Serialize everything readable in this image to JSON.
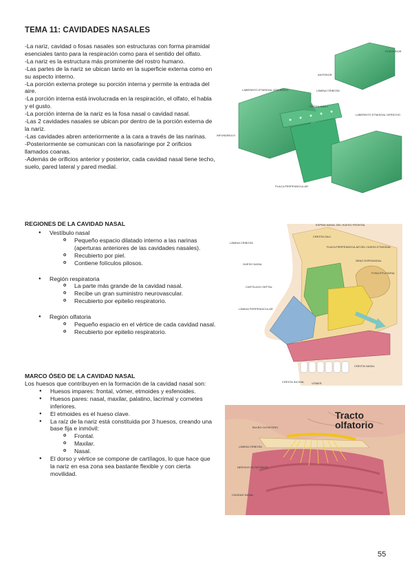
{
  "title": "TEMA 11: CAVIDADES NASALES",
  "intro": [
    "-La nariz, cavidad o fosas nasales son estructuras con forma piramidal esenciales tanto para la respiración como para el sentido del olfato.",
    "-La nariz es la estructura más prominente del rostro humano.",
    "-Las partes de la nariz se ubican tanto en la superficie externa como en su aspecto interno.",
    "-La porción externa protege su porción interna y permite la entrada del aire.",
    "-La porción interna está involucrada en la respiración, el olfato, el habla y el gusto.",
    "-La porción interna de la nariz es la fosa nasal o cavidad nasal.",
    "-Las 2 cavidades nasales se ubican por dentro de la porción externa de la nariz.",
    "-Las cavidades abren anteriormente a la cara a través de las narinas.",
    "-Posteriormente se comunican con la nasofaringe por 2 orificios llamados coanas.",
    "-Además de orificios anterior y posterior, cada cavidad nasal tiene techo, suelo, pared lateral y pared medial."
  ],
  "regions": {
    "heading": "REGIONES DE LA CAVIDAD NASAL",
    "vestibulo": "Vestíbulo nasal",
    "vestibulo_items": [
      "Pequeño espacio dilatado interno a las narinas (aperturas anteriores de las cavidades nasales).",
      "Recubierto por piel.",
      "Contiene folículos pilosos."
    ],
    "respiratoria": "Región respiratoria",
    "respiratoria_items": [
      "La parte más grande de la cavidad nasal.",
      "Recibe un gran suministro neurovascular.",
      "Recubierto por epitelio respiratorio."
    ],
    "olfatoria": "Región olfatoria",
    "olfatoria_items": [
      "Pequeño espacio en el vértice de cada cavidad nasal.",
      "Recubierto por epitelio respiratorio."
    ]
  },
  "bones": {
    "heading": "MARCO ÓSEO DE LA CAVIDAD NASAL",
    "intro": "Los huesos que contribuyen en la formación de la cavidad nasal son:",
    "impares": "Huesos impares: frontal, vómer, etmoides y esfenoides.",
    "pares": "Huesos pares: nasal, maxilar, palatino, lacrimal y cornetes inferiores.",
    "etmoides": "El etmoides es el hueso clave.",
    "raiz": "La raíz de la nariz está constituida por 3 huesos, creando una base fija e inmóvil:",
    "raiz_items": [
      "Frontal.",
      "Maxilar.",
      "Nasal."
    ],
    "dorso": "El dorso y vértice se compone de cartílagos, lo que hace que la nariz en esa zona sea bastante flexible y con cierta movilidad."
  },
  "fig1_labels": {
    "posterior": "POSTERIOR",
    "anterior": "ANTERIOR",
    "laberinto_izq": "LABERINTO ETMOIDAL IZQUIERDO",
    "lamina_cribosa": "LÁMINA CRIBOSA",
    "crista_galli": "CRISTA GALLI",
    "laberinto_der": "LABERINTO ETMOIDAL DERECHO",
    "infundibulo": "INFUNDÍBULO",
    "placa_perp": "PLACA PERPENDICULAR"
  },
  "fig2_labels": {
    "espina_nasal": "ESPINA NASAL DEL HUESO FRONTAL",
    "lamina_cribosa": "LÁMINA CRIBOSA",
    "crista_galli": "CRESTA GALI",
    "placa_perp": "PLACA PERPENDICULAR DEL HUESO ETMOIDAL",
    "hueso_nasal": "HUESO NASAL",
    "seno_esfenoidal": "SENO ESFENOIDAL",
    "fosa_pituitaria": "FOSA PITUITARIA",
    "cartilago_septal": "CARTÍLAGO SEPTAL",
    "lamina_perp": "LÁMINA PERPENDICULAR",
    "cresta_nasal": "CRESTA NASAL",
    "cresta_incisal": "CRESTA INCISAL",
    "vomer": "VÓMER"
  },
  "fig3_labels": {
    "tracto": "Tracto",
    "olfatorio": "olfatorio",
    "bulbo": "BULBO OLFATORIO",
    "lamina": "LÁMINA CRIBOSA",
    "nervios": "NERVIOS OLFATORIOS",
    "cavidad": "CAVIDAD NASAL"
  },
  "page_number": "55",
  "colors": {
    "ethmoid_green": "#3fae73",
    "bone": "#f2d9a0",
    "septum_blue": "#8db3d6",
    "tissue_pink": "#d9798a"
  }
}
